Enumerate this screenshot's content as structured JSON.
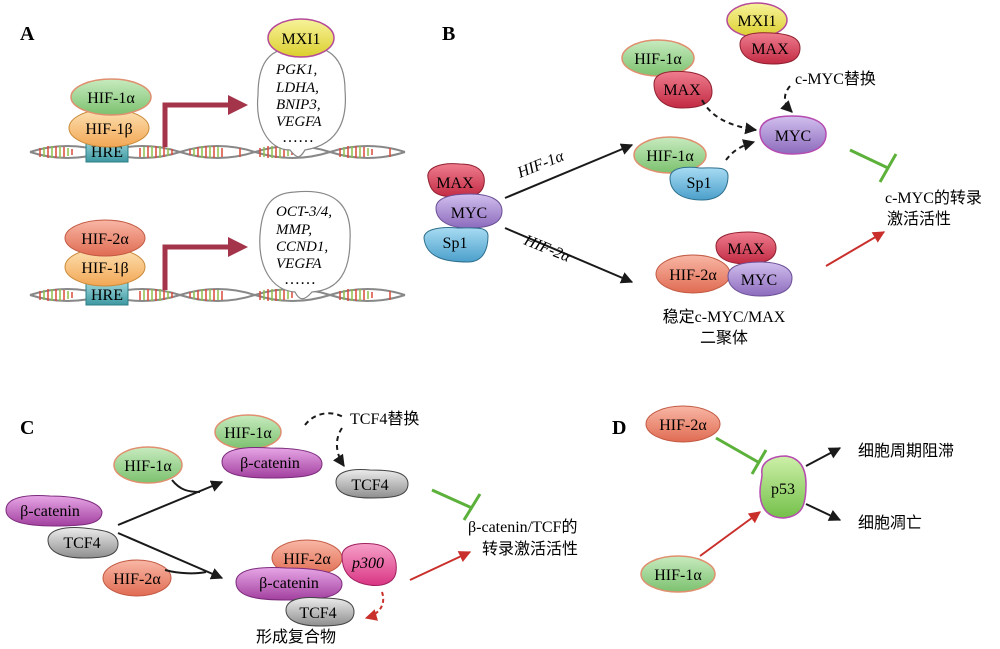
{
  "panels": {
    "A": {
      "label": "A",
      "top": {
        "hif": "HIF-1α",
        "hifb": "HIF-1β",
        "hre": "HRE",
        "mxi": "MXI1",
        "genes": [
          "PGK1,",
          "LDHA,",
          "BNIP3,",
          "VEGFA"
        ],
        "dots": "……"
      },
      "bottom": {
        "hif": "HIF-2α",
        "hifb": "HIF-1β",
        "hre": "HRE",
        "genes": [
          "OCT-3/4,",
          "MMP,",
          "CCND1,",
          "VEGFA"
        ],
        "dots": "……"
      }
    },
    "B": {
      "label": "B",
      "complex": {
        "max": "MAX",
        "myc": "MYC",
        "sp1": "Sp1"
      },
      "arrow_up": "HIF-1α",
      "arrow_down": "HIF-2α",
      "hif1_max": {
        "hif": "HIF-1α",
        "max": "MAX"
      },
      "mxi_max": {
        "mxi": "MXI1",
        "max": "MAX"
      },
      "replace": "c-MYC替换",
      "myc": "MYC",
      "hif1_sp1": {
        "hif": "HIF-1α",
        "sp1": "Sp1"
      },
      "stable": {
        "max": "MAX",
        "hif": "HIF-2α",
        "myc": "MYC",
        "line1": "稳定c-MYC/MAX",
        "line2": "二聚体"
      },
      "activity": {
        "line1": "c-MYC的转录",
        "line2": "激活活性"
      }
    },
    "C": {
      "label": "C",
      "hif1_free": "HIF-1α",
      "complex": {
        "bcat": "β-catenin",
        "tcf": "TCF4"
      },
      "hif2_free": "HIF-2α",
      "hif1_bcat": {
        "hif": "HIF-1α",
        "bcat": "β-catenin"
      },
      "replace": "TCF4替换",
      "tcf_free": "TCF4",
      "p300_complex": {
        "hif": "HIF-2α",
        "p300": "p300",
        "bcat": "β-catenin",
        "tcf": "TCF4"
      },
      "form": "形成复合物",
      "activity": {
        "line1": "β-catenin/TCF的",
        "line2": "转录激活活性"
      }
    },
    "D": {
      "label": "D",
      "hif2": "HIF-2α",
      "p53": "p53",
      "hif1": "HIF-1α",
      "arrest": "细胞周期阻滞",
      "apoptosis": "细胞凋亡"
    }
  },
  "colors": {
    "hif1": "#96cf8e",
    "hif2": "#ef8c75",
    "hifb": "#f7c179",
    "hre": "#5ab0b8",
    "max": "#d3374f",
    "myc": "#9a7bc4",
    "sp1": "#5fb0d8",
    "mxi": "#e8e04e",
    "bcat": "#b04fb4",
    "tcf": "#9a9a9a",
    "p300": "#e0468f",
    "p53": "#8cd35f",
    "inhibit": "#5cb13a",
    "activate": "#c9302c"
  }
}
